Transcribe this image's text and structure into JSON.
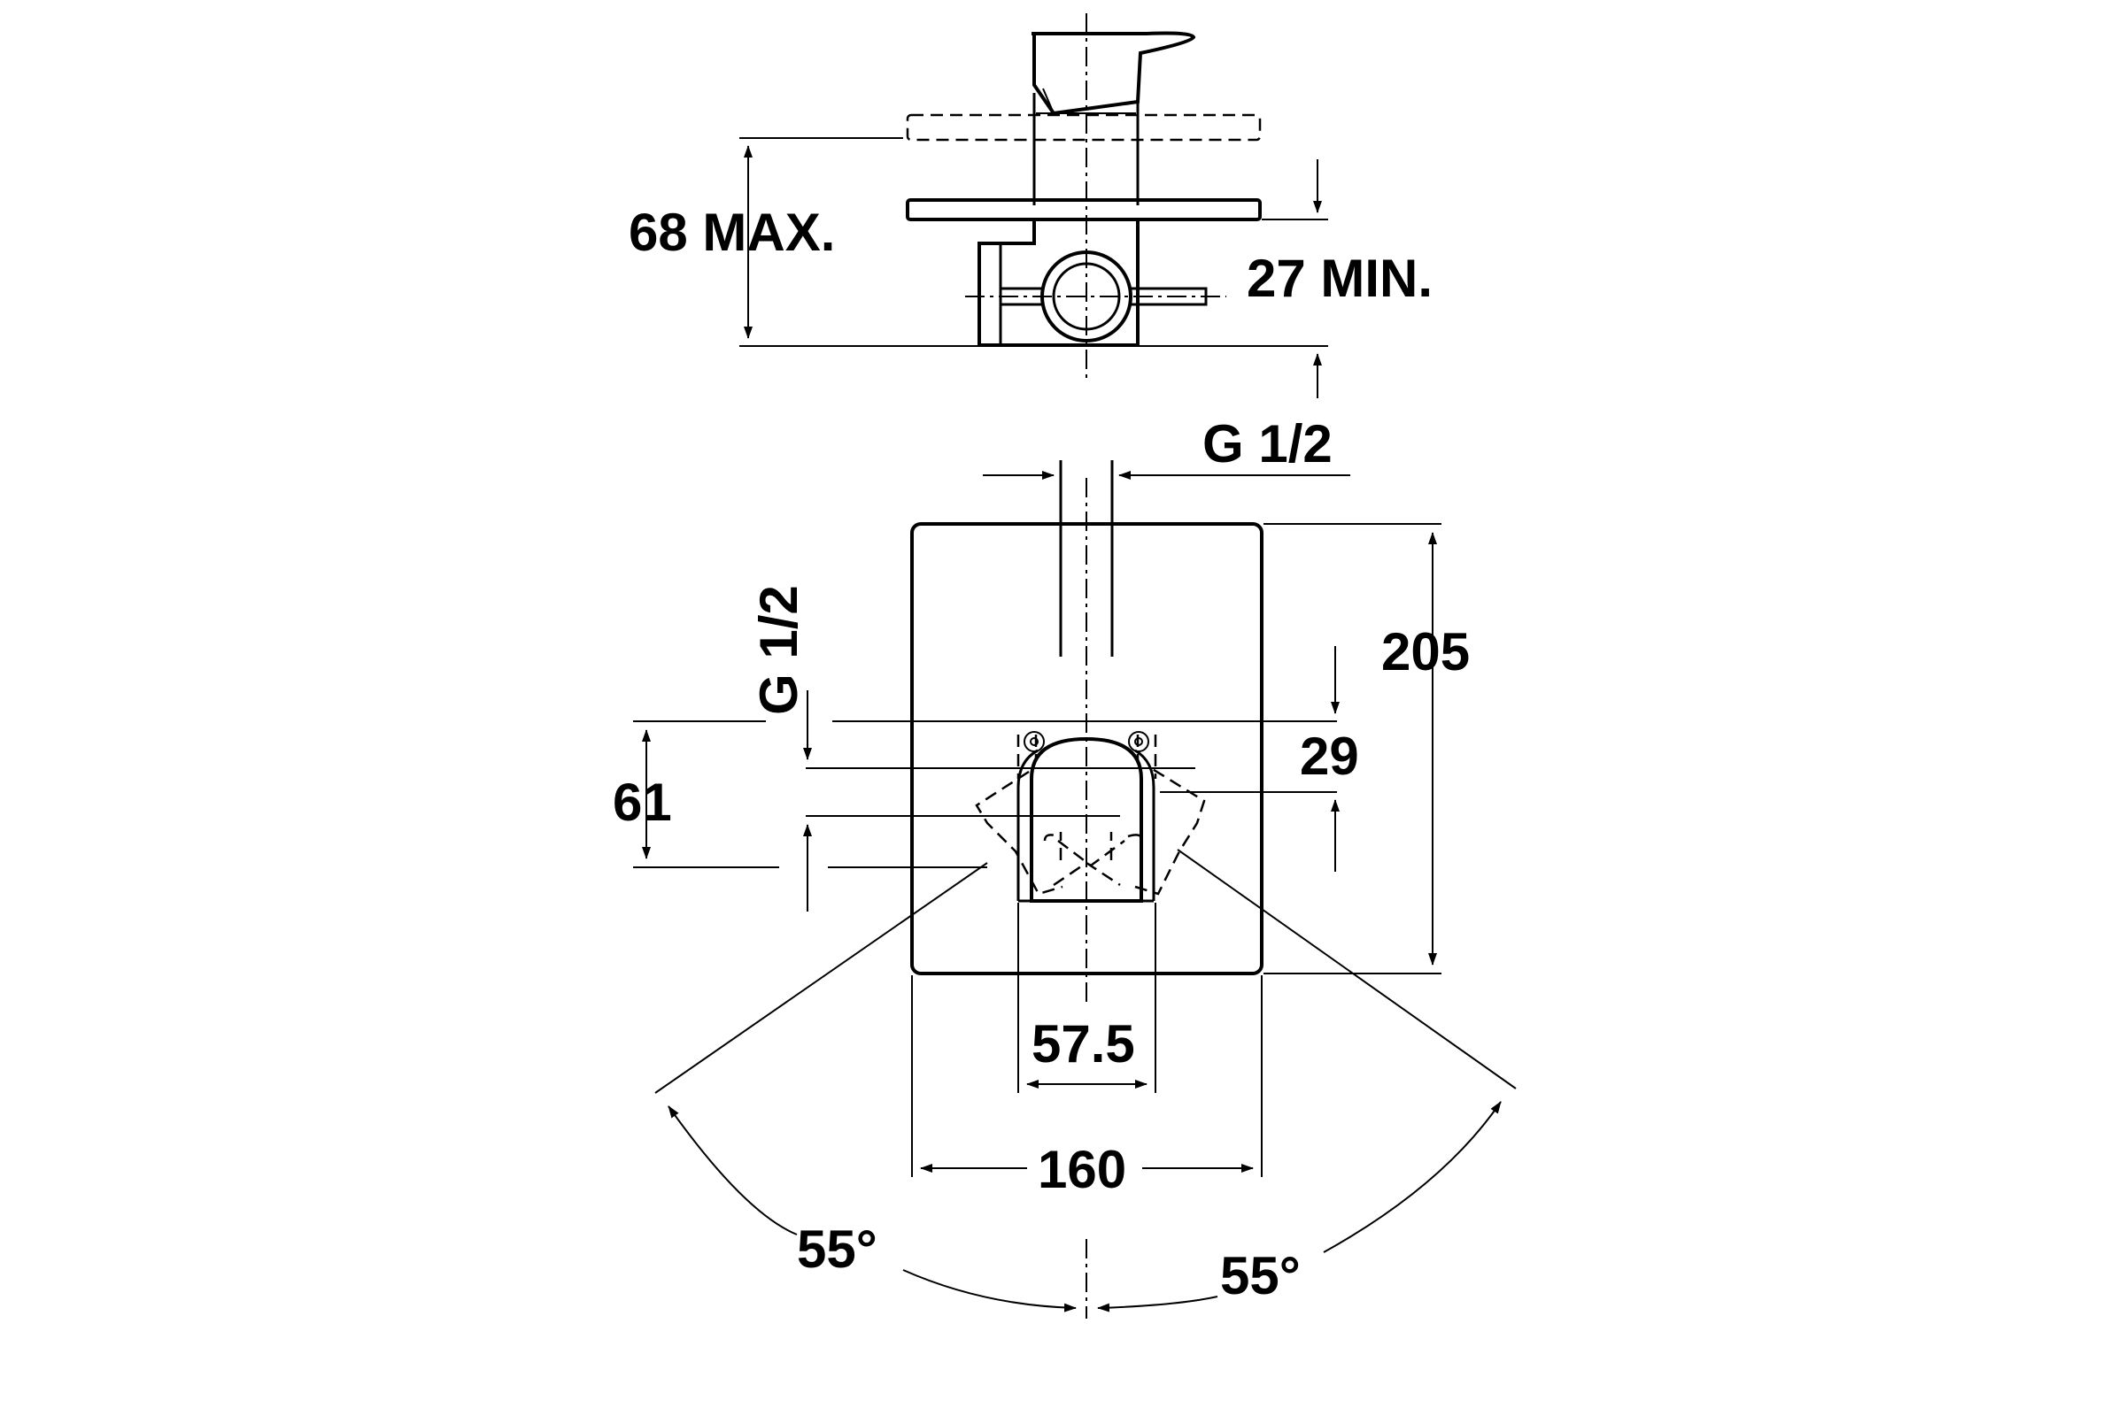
{
  "dimensions": {
    "max_depth": "68 MAX.",
    "min_depth": "27 MIN.",
    "inlet_top": "G 1/2",
    "inlet_side": "G 1/2",
    "height": "205",
    "width": "160",
    "handle_width": "57.5",
    "offset_61": "61",
    "offset_29": "29",
    "angle_left": "55°",
    "angle_right": "55°"
  }
}
